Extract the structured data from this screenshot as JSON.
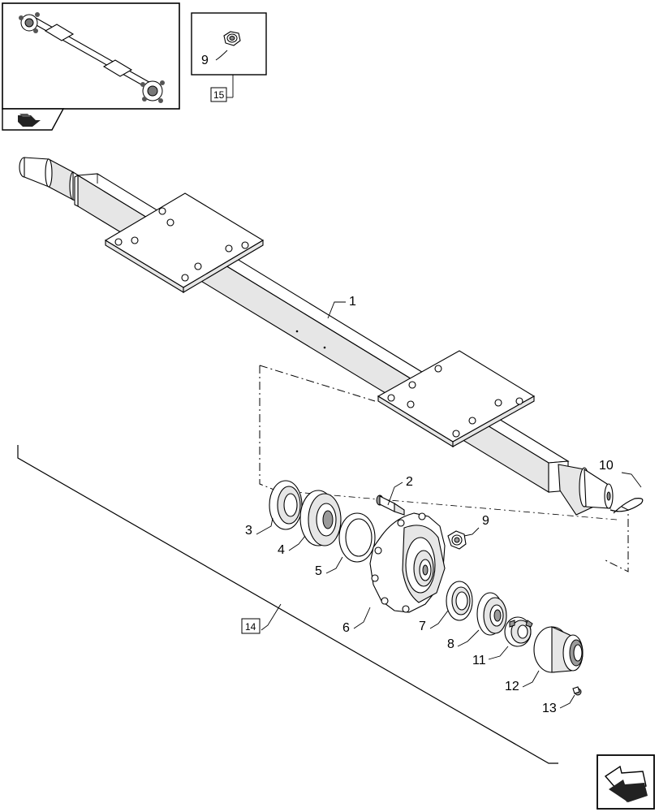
{
  "thumbnail_panel": {
    "name": "overview-thumbnail"
  },
  "detail_panel": {
    "callout": "9",
    "reference": "15"
  },
  "group_reference": "14",
  "callouts": {
    "p1": "1",
    "p2": "2",
    "p3": "3",
    "p4": "4",
    "p5": "5",
    "p6": "6",
    "p7": "7",
    "p8": "8",
    "p9": "9",
    "p10": "10",
    "p11": "11",
    "p12": "12",
    "p13": "13"
  },
  "icons": {
    "top_left": "view-orientation-icon",
    "bottom_right": "navigation-arrow-icon"
  },
  "colors": {
    "line": "#000000",
    "background": "#ffffff",
    "fill_shade": "#e6e6e6",
    "fill_dark": "#9a9a9a"
  }
}
